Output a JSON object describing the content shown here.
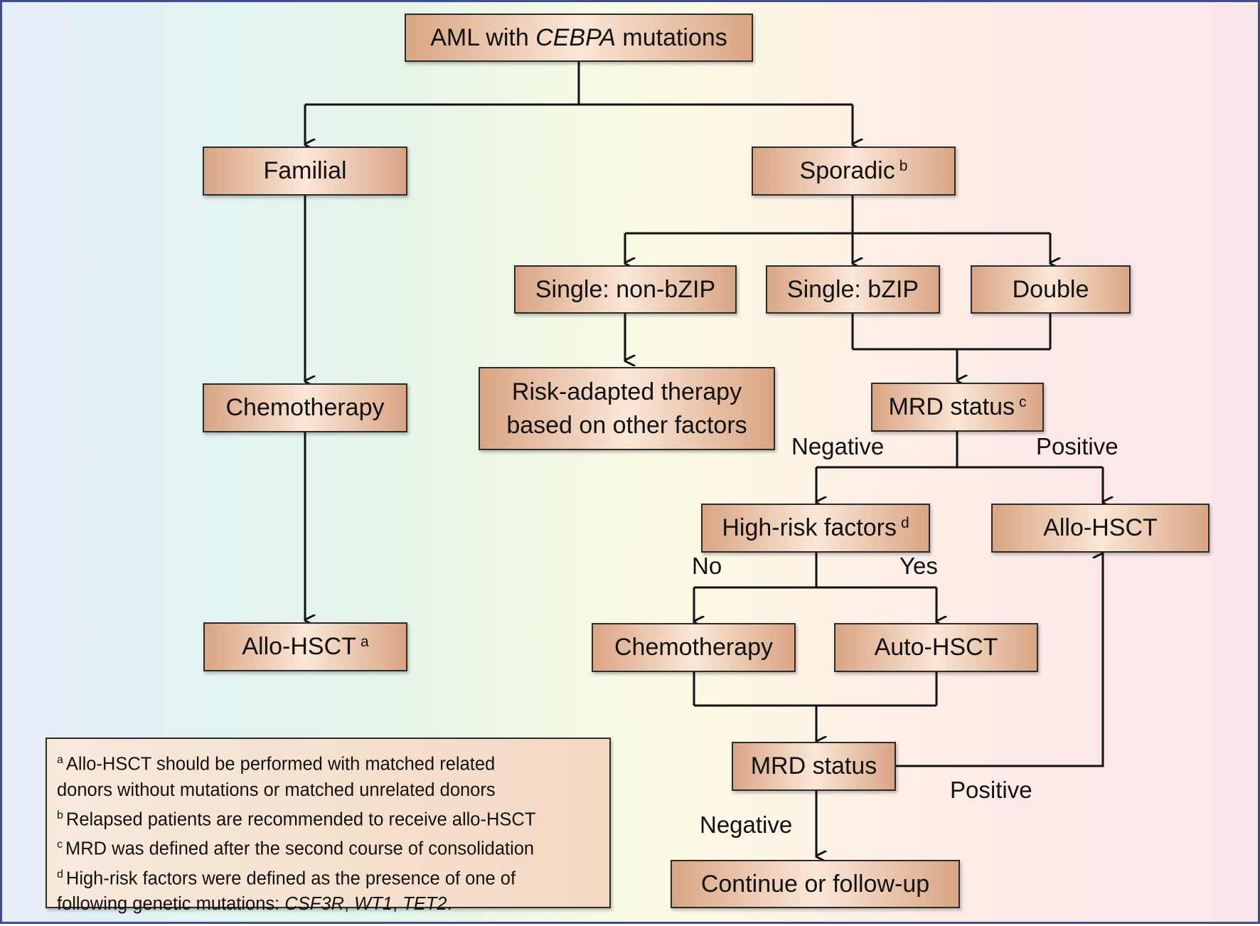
{
  "nodes": {
    "aml": {
      "pre": "AML with ",
      "italic": "CEBPA",
      "post": " mutations"
    },
    "familial": "Familial",
    "sporadic": {
      "text": "Sporadic",
      "sup": "b"
    },
    "chemo_familial": "Chemotherapy",
    "allo_familial": {
      "text": "Allo-HSCT",
      "sup": "a"
    },
    "single_nonbzip": "Single: non-bZIP",
    "single_bzip": "Single: bZIP",
    "double": "Double",
    "risk_adapted": {
      "line1": "Risk-adapted therapy",
      "line2": "based on other factors"
    },
    "mrd1": {
      "text": "MRD status",
      "sup": "c"
    },
    "high_risk": {
      "text": "High-risk factors",
      "sup": "d"
    },
    "allo_right": "Allo-HSCT",
    "chemo_right": "Chemotherapy",
    "auto_hsct": "Auto-HSCT",
    "mrd2": "MRD status",
    "continue": "Continue or follow-up"
  },
  "edge_labels": {
    "negative1": "Negative",
    "positive1": "Positive",
    "no": "No",
    "yes": "Yes",
    "positive2": "Positive",
    "negative2": "Negative"
  },
  "footnotes": {
    "a": {
      "sup": "a",
      "line1": "Allo-HSCT should be performed with matched related",
      "line2": "donors without mutations or matched unrelated donors"
    },
    "b": {
      "sup": "b",
      "text": "Relapsed patients are recommended to receive allo-HSCT"
    },
    "c": {
      "sup": "c",
      "text": "MRD was defined after the second course of consolidation"
    },
    "d": {
      "sup": "d",
      "line1": "High-risk factors were defined as the presence of one of",
      "line2_pre": "following genetic mutations: ",
      "gene1": "CSF3R",
      "sep1": ", ",
      "gene2": "WT1",
      "sep2": ", ",
      "gene3": "TET2",
      "end": "."
    }
  },
  "colors": {
    "frame": "#3d4f8a",
    "box_edge": "#d9a584",
    "box_center": "#fbe7d7",
    "line": "#111111"
  }
}
